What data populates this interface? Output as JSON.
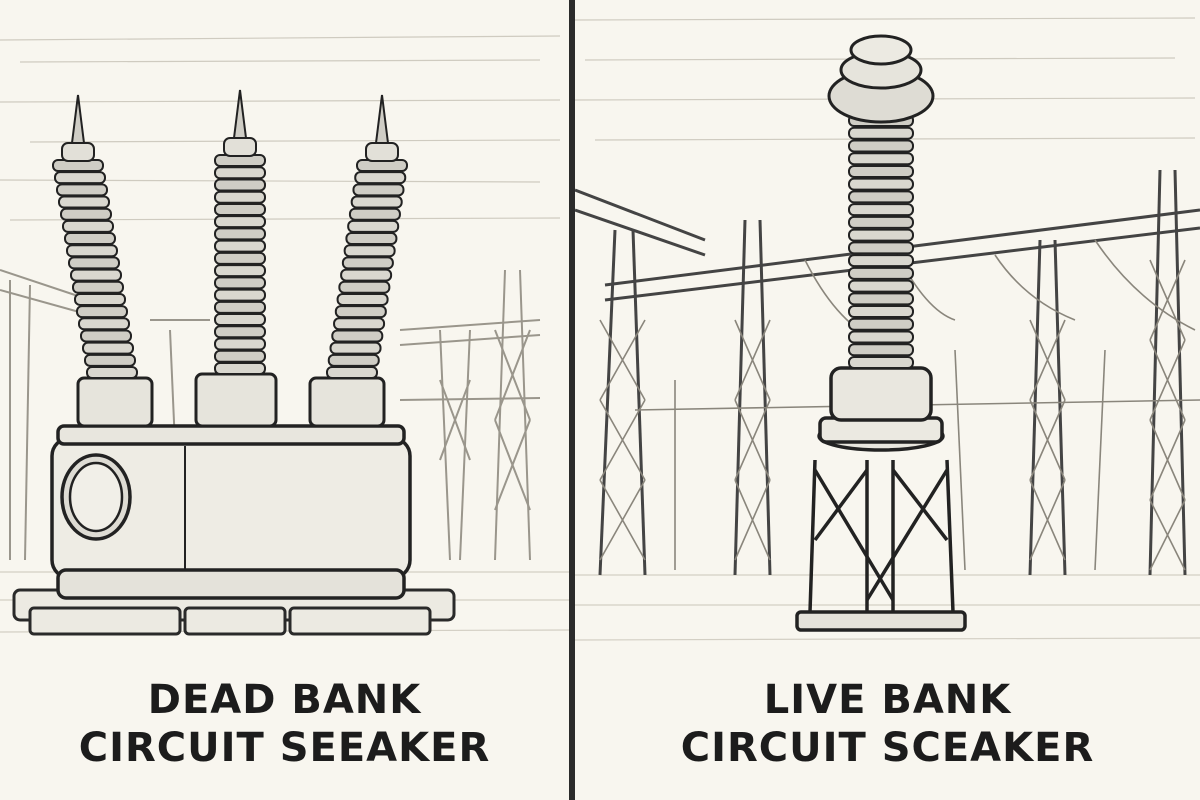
{
  "panels": [
    {
      "caption_line1": "DEAD BANK",
      "caption_line2": "CIRCUIT SEEAKER"
    },
    {
      "caption_line1": "LIVE BANK",
      "caption_line2": "CIRCUIT SCEAKER"
    }
  ],
  "colors": {
    "paper": "#f8f6ef",
    "ink": "#1c1c1c",
    "divider": "#2b2b2b"
  }
}
